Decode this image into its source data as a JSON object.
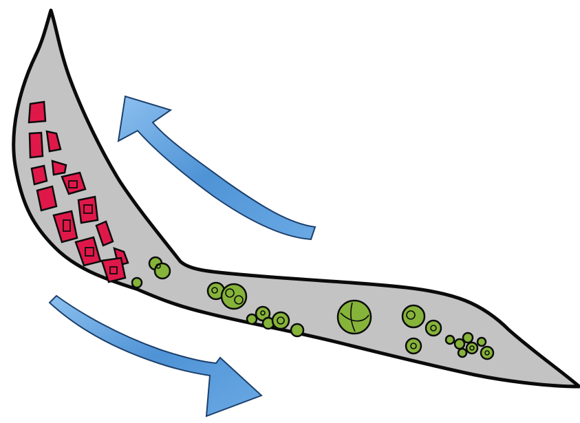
{
  "diagram": {
    "background": "#ffffff",
    "colors": {
      "body_fill": "#c3c3c3",
      "outline": "#0b0b0b",
      "red_cell": "#e0184a",
      "green_cell": "#86b33a",
      "arrow_blue": "#4f93d6",
      "arrow_blue_light": "#8cc0ef"
    },
    "parts": {
      "body": "elongated-segmented-body",
      "red_region": "red-square-cells",
      "green_region": "green-round-cells",
      "arrow_upper": "blue-curved-arrow-up-left",
      "arrow_lower": "blue-curved-arrow-down-right"
    }
  }
}
